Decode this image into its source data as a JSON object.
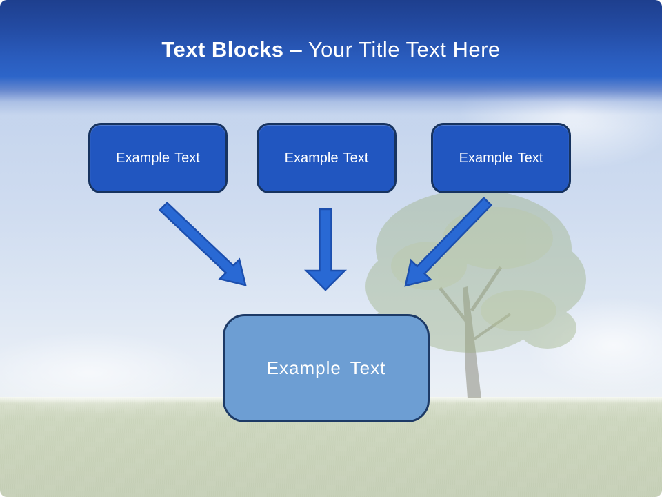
{
  "slide": {
    "title": {
      "bold_part": "Text Blocks",
      "regular_part": "– Your Title Text Here"
    }
  },
  "text_blocks": {
    "block_1": "Example Text",
    "block_2": "Example Text",
    "block_3": "Example Text",
    "center_block": "Example Text"
  },
  "icons": {
    "arrow_1": "arrow-down-right",
    "arrow_2": "arrow-down",
    "arrow_3": "arrow-down-left"
  },
  "colors": {
    "banner_top": "#1e3f8e",
    "banner_bottom": "#2d65c9",
    "block_fill": "#2156c0",
    "block_border": "#17335f",
    "center_block_fill": "#6d9ed3",
    "center_block_border": "#1d3a66",
    "arrow_fill": "#2969d4",
    "arrow_outline": "#1c4fae",
    "title_text": "#ffffff",
    "block_text": "#ffffff"
  }
}
